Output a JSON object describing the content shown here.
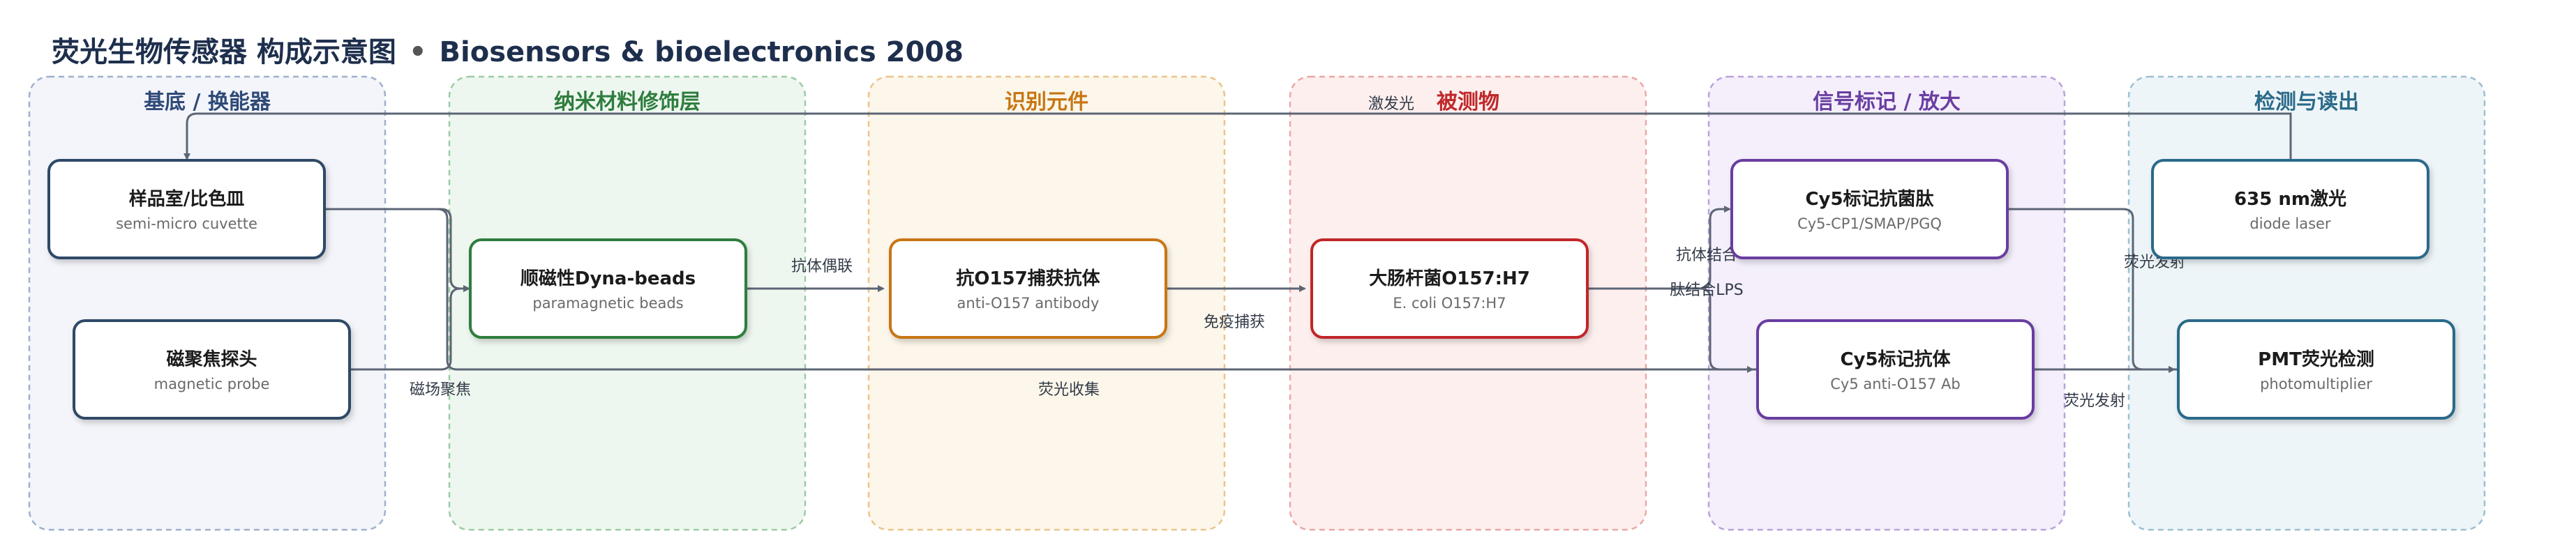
{
  "header": {
    "title_cn": "荧光生物传感器 构成示意图",
    "separator": "•",
    "title_en": "Biosensors & bioelectronics 2008"
  },
  "lanes": [
    {
      "id": "substrate",
      "title": "基底 / 换能器",
      "color": "#2f4a78",
      "fill": "#f3f5fa",
      "stroke": "#9fb0cc"
    },
    {
      "id": "nano",
      "title": "纳米材料修饰层",
      "color": "#2e7d3e",
      "fill": "#eef7ef",
      "stroke": "#9ccba5"
    },
    {
      "id": "recog",
      "title": "识别元件",
      "color": "#c77612",
      "fill": "#fdf6ea",
      "stroke": "#e9c58c"
    },
    {
      "id": "analyte",
      "title": "被测物",
      "color": "#c0282b",
      "fill": "#fdefee",
      "stroke": "#eaa8a6"
    },
    {
      "id": "signal",
      "title": "信号标记 / 放大",
      "color": "#6a3ea1",
      "fill": "#f4effb",
      "stroke": "#b9a3dc"
    },
    {
      "id": "detect",
      "title": "检测与读出",
      "color": "#2b6a8a",
      "fill": "#eef5f8",
      "stroke": "#9dc0d1"
    }
  ],
  "nodes": [
    {
      "id": "cuvette",
      "title": "样品室/比色皿",
      "sub": "semi-micro cuvette",
      "color": "#2f4a66"
    },
    {
      "id": "probe",
      "title": "磁聚焦探头",
      "sub": "magnetic probe",
      "color": "#2f4a66"
    },
    {
      "id": "beads",
      "title": "顺磁性Dyna-beads",
      "sub": "paramagnetic beads",
      "color": "#2e7d3e"
    },
    {
      "id": "antibody",
      "title": "抗O157捕获抗体",
      "sub": "anti-O157 antibody",
      "color": "#c77612"
    },
    {
      "id": "ecoli",
      "title": "大肠杆菌O157:H7",
      "sub": "E. coli O157:H7",
      "color": "#c0282b"
    },
    {
      "id": "cy5pep",
      "title": "Cy5标记抗菌肽",
      "sub": "Cy5-CP1/SMAP/PGQ",
      "color": "#6a3ea1"
    },
    {
      "id": "cy5ab",
      "title": "Cy5标记抗体",
      "sub": "Cy5 anti-O157 Ab",
      "color": "#6a3ea1"
    },
    {
      "id": "laser",
      "title": "635 nm激光",
      "sub": "diode laser",
      "color": "#2b6a8a"
    },
    {
      "id": "pmt",
      "title": "PMT荧光检测",
      "sub": "photomultiplier",
      "color": "#2b6a8a"
    }
  ],
  "edge_labels": {
    "excitation": "激发光",
    "magnetic_focus": "磁场聚焦",
    "ab_coupling": "抗体偶联",
    "immuno_capture": "免疫捕获",
    "fluor_collect": "荧光收集",
    "ab_binding": "抗体结合",
    "peptide_lps": "肽结合LPS",
    "fluor_emit_1": "荧光发射",
    "fluor_emit_2": "荧光发射"
  },
  "colors": {
    "edge": "#5d6676",
    "title": "#1e2f4d"
  }
}
